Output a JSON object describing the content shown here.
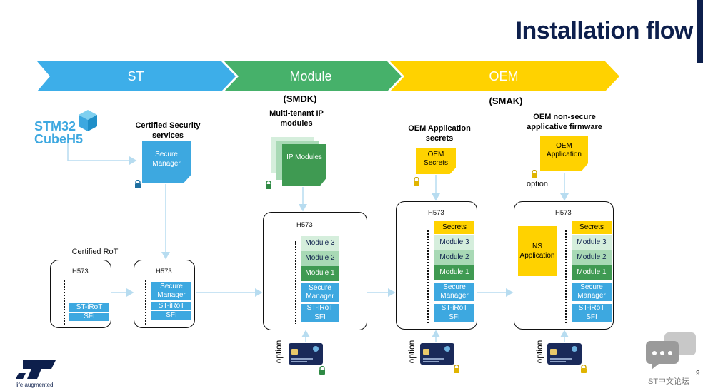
{
  "title": "Installation flow",
  "phases": [
    {
      "label": "ST",
      "color": "#3daee9"
    },
    {
      "label": "Module",
      "color": "#46b16a"
    },
    {
      "label": "OEM",
      "color": "#ffd200"
    }
  ],
  "module_tool": "(SMDK)",
  "oem_tool": "(SMAK)",
  "logo": {
    "line1": "STM32",
    "line2": "CubeH5"
  },
  "st_section": {
    "heading": "Certified Security services",
    "doc": "Secure Manager",
    "rot_label": "Certified RoT",
    "board1": {
      "chip": "H573",
      "cells": [
        "ST-iRoT",
        "SFI"
      ]
    },
    "board2": {
      "chip": "H573",
      "cells": [
        "Secure Manager",
        "ST-iRoT",
        "SFI"
      ]
    }
  },
  "module_section": {
    "heading": "Multi-tenant IP modules",
    "doc": "IP Modules",
    "board": {
      "chip": "H573",
      "modules": [
        "Module 3",
        "Module 2",
        "Module 1"
      ],
      "cells": [
        "Secure Manager",
        "ST-iRoT",
        "SFI"
      ]
    },
    "option": "option"
  },
  "oem_section1": {
    "heading": "OEM Application secrets",
    "doc": "OEM Secrets",
    "board": {
      "chip": "H573",
      "secrets": "Secrets",
      "modules": [
        "Module 3",
        "Module 2",
        "Module 1"
      ],
      "cells": [
        "Secure Manager",
        "ST-iRoT",
        "SFI"
      ]
    },
    "option": "option"
  },
  "oem_section2": {
    "heading": "OEM non-secure applicative firmware",
    "doc": "OEM Application",
    "lock_option": "option",
    "board": {
      "chip": "H573",
      "ns": "NS Application",
      "secrets": "Secrets",
      "modules": [
        "Module 3",
        "Module 2",
        "Module 1"
      ],
      "cells": [
        "Secure Manager",
        "ST-iRoT",
        "SFI"
      ]
    },
    "option": "option"
  },
  "footer": {
    "tagline": "life.augmented",
    "page": "9",
    "forum": "ST中文论坛"
  },
  "colors": {
    "blue": "#3da8e0",
    "green_dark": "#3f9a52",
    "green_mid": "#a8d9b5",
    "green_light": "#d5eedc",
    "yellow": "#ffd200",
    "navy": "#0d1f4c"
  }
}
